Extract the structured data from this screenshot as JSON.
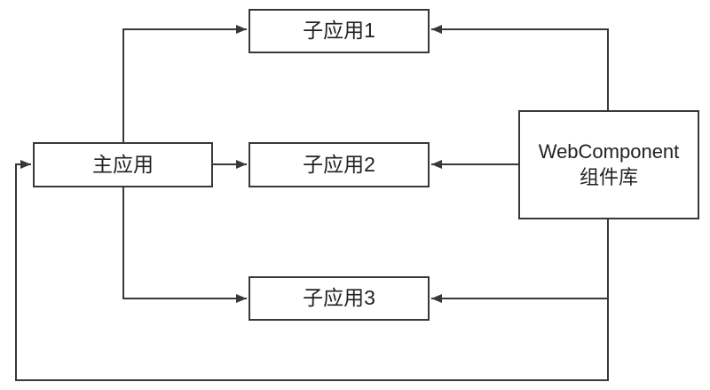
{
  "diagram": {
    "nodes": {
      "main_app": {
        "label": "主应用"
      },
      "sub_app_1": {
        "label": "子应用1"
      },
      "sub_app_2": {
        "label": "子应用2"
      },
      "sub_app_3": {
        "label": "子应用3"
      },
      "component_library": {
        "label_line1": "WebComponent",
        "label_line2": "组件库"
      }
    },
    "edges": [
      {
        "from": "main_app",
        "to": "sub_app_1"
      },
      {
        "from": "main_app",
        "to": "sub_app_2"
      },
      {
        "from": "main_app",
        "to": "sub_app_3"
      },
      {
        "from": "component_library",
        "to": "sub_app_1"
      },
      {
        "from": "component_library",
        "to": "sub_app_2"
      },
      {
        "from": "component_library",
        "to": "sub_app_3"
      },
      {
        "from": "component_library",
        "to": "main_app"
      }
    ],
    "colors": {
      "background": "#ffffff",
      "line": "#383838",
      "border": "#383838",
      "text": "#222222"
    }
  }
}
